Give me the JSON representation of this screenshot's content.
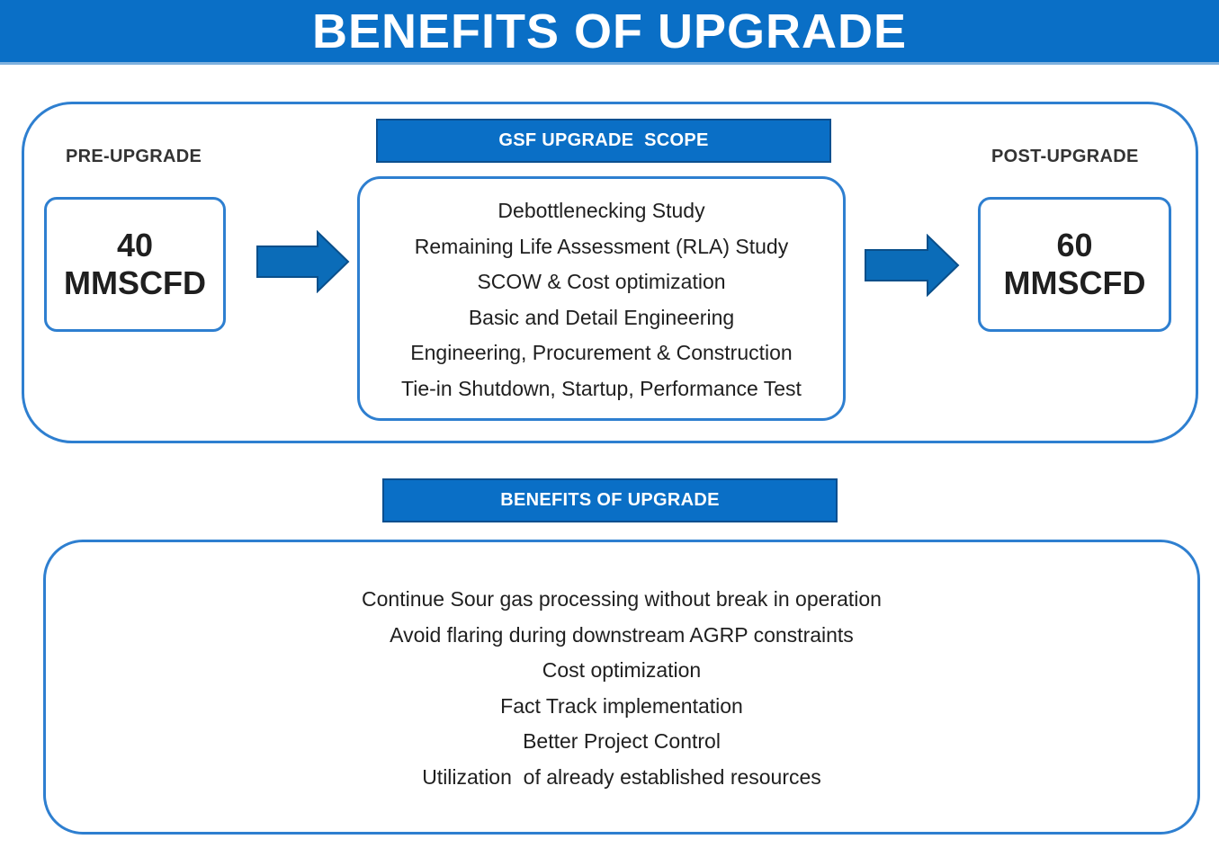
{
  "title": "BENEFITS OF UPGRADE",
  "pre": {
    "label": "PRE-UPGRADE",
    "value": "40",
    "unit": "MMSCFD"
  },
  "post": {
    "label": "POST-UPGRADE",
    "value": "60",
    "unit": "MMSCFD"
  },
  "scope": {
    "header": "GSF UPGRADE  SCOPE",
    "items": [
      "Debottlenecking Study",
      "Remaining Life Assessment (RLA) Study",
      "SCOW & Cost optimization",
      "Basic and Detail Engineering",
      "Engineering, Procurement & Construction",
      "Tie-in Shutdown, Startup, Performance Test"
    ]
  },
  "benefits": {
    "header": "BENEFITS OF UPGRADE",
    "items": [
      "Continue Sour gas processing without break in operation",
      "Avoid flaring during downstream AGRP constraints",
      "Cost optimization",
      "Fact Track implementation",
      "Better Project Control",
      "Utilization  of already established resources"
    ]
  },
  "colors": {
    "primary_blue": "#0a6fc6",
    "border_blue": "#2e7fd0",
    "arrow_blue": "#0b6cb8"
  },
  "icons": {
    "flow_arrow": "right-arrow-icon"
  }
}
